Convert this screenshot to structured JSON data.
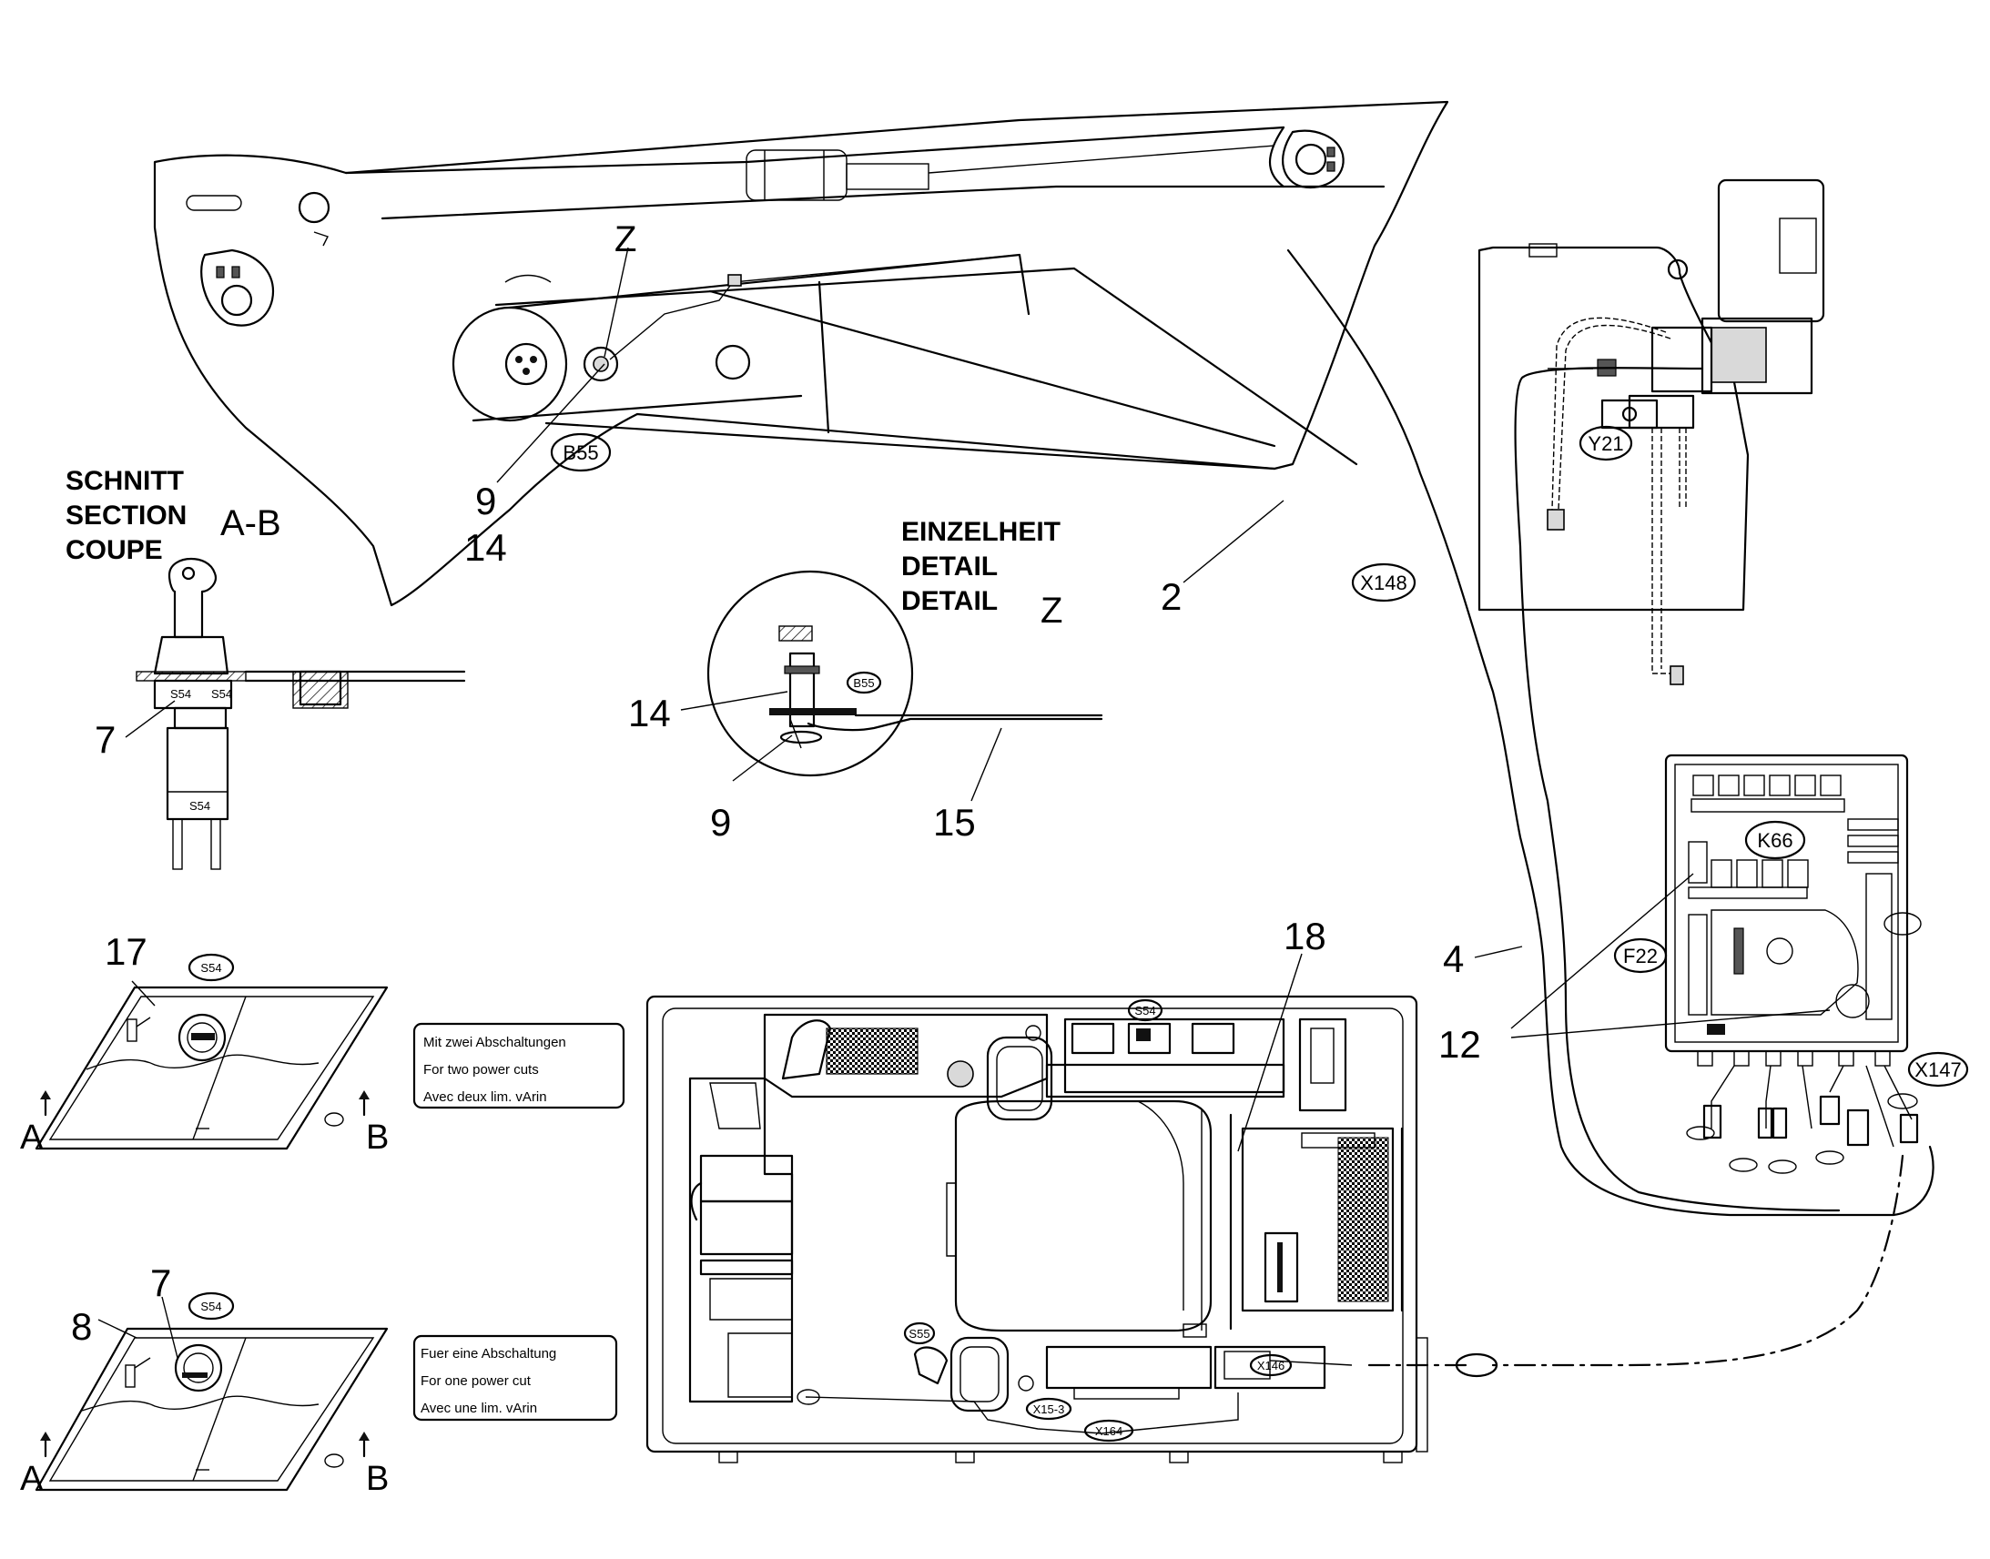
{
  "captions": {
    "section": [
      "SCHNITT",
      "SECTION",
      "COUPE"
    ],
    "section_id": "A-B",
    "detail": [
      "EINZELHEIT",
      "DETAIL",
      "DETAIL"
    ],
    "detail_id": "Z",
    "boom_z": "Z"
  },
  "callouts": {
    "c9a": "9",
    "c14a": "14",
    "c2": "2",
    "c14b": "14",
    "c9b": "9",
    "c15": "15",
    "c7a": "7",
    "c17": "17",
    "c18": "18",
    "c4": "4",
    "c12": "12",
    "c7b": "7",
    "c8": "8"
  },
  "tags": {
    "b55": "B55",
    "x148": "X148",
    "y21": "Y21",
    "k66": "K66",
    "f22": "F22",
    "x147": "X147",
    "b55_detail": "B55",
    "s54_top": "S54",
    "s54_bottom": "S54",
    "s54_cab": "S54",
    "s55_cab": "S55",
    "x146": "X146",
    "x15_3": "X15-3",
    "x164": "X164",
    "s54_switch_a": "S54",
    "s54_switch_b": "S54",
    "s54_switch_c": "S54"
  },
  "section_marks": {
    "a1": "A",
    "b1": "B",
    "a2": "A",
    "b2": "B"
  },
  "notes": {
    "two_cuts": [
      "Mit zwei Abschaltungen",
      "For two power cuts",
      "Avec deux lim. vArin"
    ],
    "one_cut": [
      "Fuer eine Abschaltung",
      "For one power cut",
      "Avec une lim. vArin"
    ]
  }
}
